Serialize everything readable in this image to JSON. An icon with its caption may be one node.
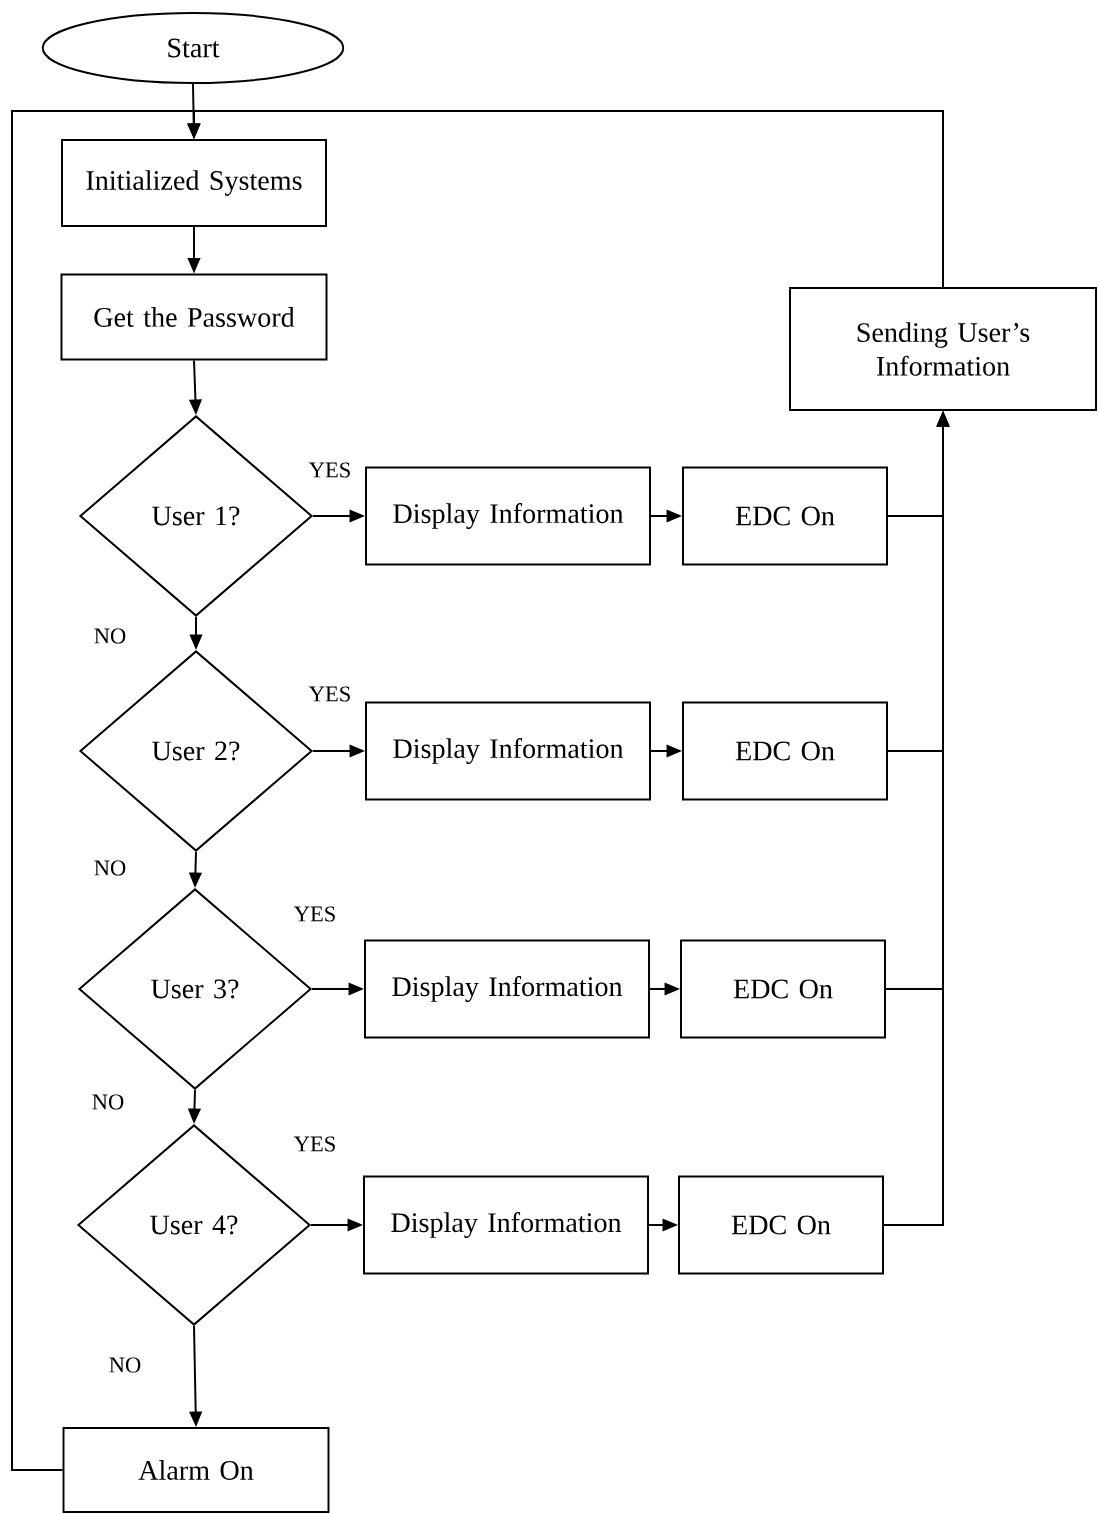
{
  "diagram": {
    "nodes": [
      {
        "text": [
          "Start"
        ]
      },
      {
        "text": [
          "Initialized Systems"
        ]
      },
      {
        "text": [
          "Get the Password"
        ]
      },
      {
        "text": [
          "User 1?"
        ]
      },
      {
        "text": [
          "Display Information"
        ]
      },
      {
        "text": [
          "EDC On"
        ]
      },
      {
        "text": [
          "User 2?"
        ]
      },
      {
        "text": [
          "Display Information"
        ]
      },
      {
        "text": [
          "EDC On"
        ]
      },
      {
        "text": [
          "User 3?"
        ]
      },
      {
        "text": [
          "Display Information"
        ]
      },
      {
        "text": [
          "EDC On"
        ]
      },
      {
        "text": [
          "User 4?"
        ]
      },
      {
        "text": [
          "Display Information"
        ]
      },
      {
        "text": [
          "EDC On"
        ]
      },
      {
        "text": [
          "Alarm On"
        ]
      },
      {
        "text": [
          "Sending User’s Information"
        ]
      }
    ],
    "edges": [
      {
        "from": 0,
        "to": 1,
        "arrow": "to"
      },
      {
        "from": 1,
        "to": 2,
        "arrow": "to"
      },
      {
        "from": 2,
        "to": 3,
        "arrow": "to"
      },
      {
        "from": 3,
        "to": 4,
        "arrow": "to",
        "label": "YES"
      },
      {
        "from": 4,
        "to": 5,
        "arrow": "to"
      },
      {
        "from": 3,
        "to": 6,
        "arrow": "to",
        "label": "NO"
      },
      {
        "from": 6,
        "to": 7,
        "arrow": "to",
        "label": "YES"
      },
      {
        "from": 7,
        "to": 8,
        "arrow": "to"
      },
      {
        "from": 6,
        "to": 9,
        "arrow": "to",
        "label": "NO"
      },
      {
        "from": 9,
        "to": 10,
        "arrow": "to",
        "label": "YES"
      },
      {
        "from": 10,
        "to": 11,
        "arrow": "to"
      },
      {
        "from": 9,
        "to": 12,
        "arrow": "to",
        "label": "NO"
      },
      {
        "from": 12,
        "to": 13,
        "arrow": "to",
        "label": "YES"
      },
      {
        "from": 13,
        "to": 14,
        "arrow": "to"
      },
      {
        "from": 12,
        "to": 15,
        "arrow": "to",
        "label": "NO"
      },
      {
        "from": 5,
        "to": 16,
        "arrow": "to"
      },
      {
        "from": 8,
        "to": 16,
        "arrow": "to"
      },
      {
        "from": 11,
        "to": 16,
        "arrow": "to"
      },
      {
        "from": 14,
        "to": 16,
        "arrow": "to"
      },
      {
        "from": 16,
        "to": 1,
        "arrow": "to"
      },
      {
        "from": 15,
        "to": 1,
        "arrow": "to"
      }
    ]
  }
}
